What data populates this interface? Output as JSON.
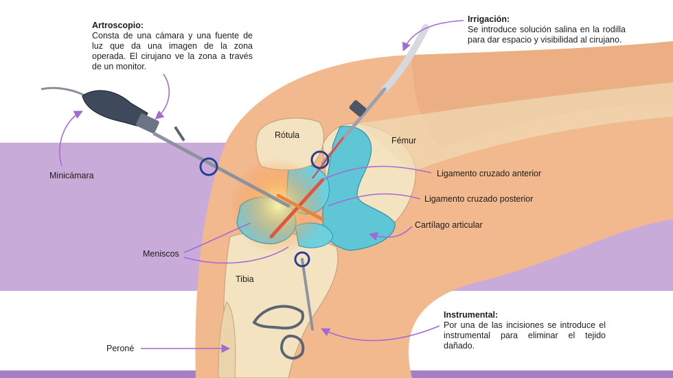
{
  "notes": {
    "artroscopio": {
      "title": "Artroscopio:",
      "text": "Consta de una cámara y una fuente de luz que da una imagen de la zona operada. El cirujano ve la zona a través de un monitor."
    },
    "irrigacion": {
      "title": "Irrigación:",
      "text": "Se introduce solución salina en la rodilla para dar espacio y visibilidad al cirujano."
    },
    "instrumental": {
      "title": "Instrumental:",
      "text": "Por una de las incisiones se introduce el instrumental para eliminar el tejido dañado."
    }
  },
  "labels": {
    "minicamara": "Minicámara",
    "rotula": "Rótula",
    "femur": "Fémur",
    "lca": "Ligamento cruzado anterior",
    "lcp": "Ligamento cruzado posterior",
    "cartilago": "Cartílago articular",
    "meniscos": "Meniscos",
    "tibia": "Tibia",
    "perone": "Peroné"
  },
  "colors": {
    "band": "#c9abd9",
    "pointer": "#a46ad3",
    "skin": "#f1b98d",
    "bone": "#f3e3c1",
    "cartilage": "#5fc6d6",
    "ring": "#2a3d8f"
  }
}
